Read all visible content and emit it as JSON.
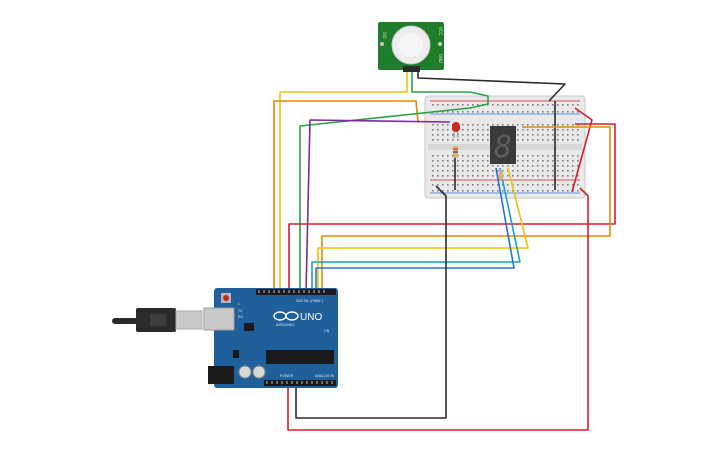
{
  "sensor": {
    "name": "pir-motion-sensor",
    "pin_labels": [
      "SIG",
      "VCC",
      "GND"
    ]
  },
  "display": {
    "name": "seven-segment-display",
    "digit": "8"
  },
  "arduino": {
    "logo_text": "UNO",
    "brand_text": "ARDUINO",
    "digital_label": "DIGITAL (PWM~)",
    "analog_label": "ANALOG IN",
    "power_label": "POWER",
    "tx_label": "TX",
    "rx_label": "RX",
    "l_label": "L",
    "on_label": "ON"
  },
  "wire_colors": {
    "red": "#d0202a",
    "black": "#2a2a2a",
    "yellow": "#e9c20f",
    "orange": "#e18a00",
    "green": "#2ea043",
    "purple": "#7a2a9c",
    "cyan": "#19a0c4",
    "blue": "#2a6fd6"
  },
  "board_color": "#1f5f9b",
  "sensor_board_color": "#1e7d2a",
  "breadboard_color": "#e6e6e6"
}
